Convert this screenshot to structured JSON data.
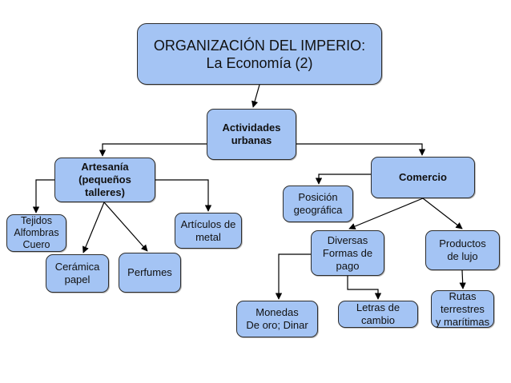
{
  "colors": {
    "box_fill": "#a4c4f4",
    "box_border": "#2c2c2c",
    "line": "#000000"
  },
  "nodes": {
    "title": "ORGANIZACIÓN DEL IMPERIO:\nLa Economía (2)",
    "actividades": "Actividades\nurbanas",
    "artesania": "Artesanía\n(pequeños\ntalleres)",
    "comercio": "Comercio",
    "tejidos": "Tejidos\nAlfombras\nCuero",
    "ceramica": "Cerámica\npapel",
    "perfumes": "Perfumes",
    "articulos": "Artículos de\nmetal",
    "posicion": "Posición\ngeográfica",
    "diversas": "Diversas\nFormas de\npago",
    "productos": "Productos\nde lujo",
    "monedas": "Monedas\nDe oro; Dinar",
    "letras": "Letras de\ncambio",
    "rutas": "Rutas\nterrestres\ny marítimas"
  }
}
